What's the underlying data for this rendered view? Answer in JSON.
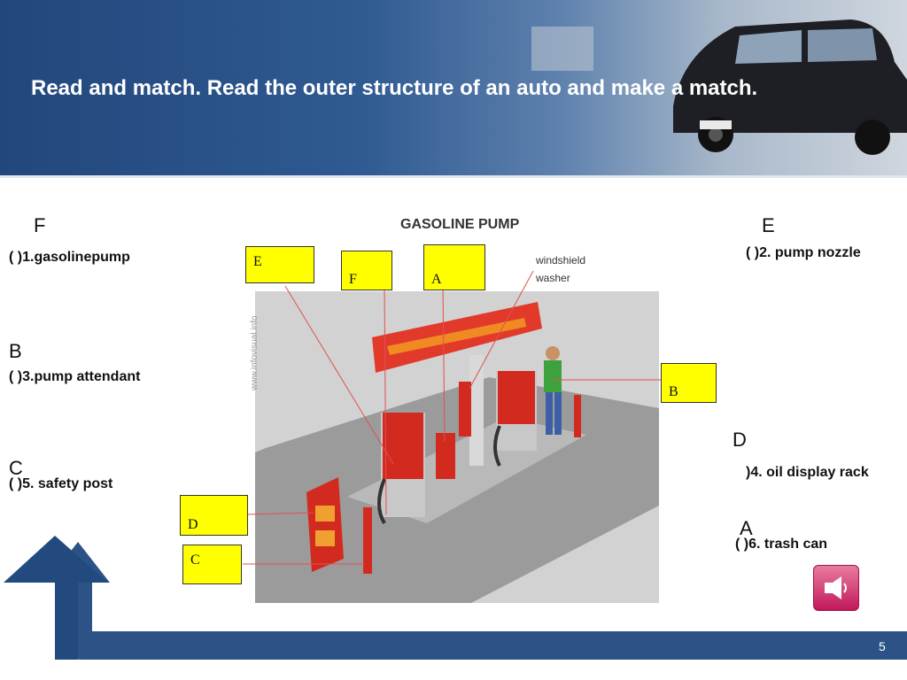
{
  "title": "Read and match. Read the outer structure of an auto and make a   match.",
  "answers": {
    "q1": "F",
    "q2": "E",
    "q3": "B",
    "q4": "D",
    "q5": "C",
    "q6": "A"
  },
  "items": {
    "i1": "(   )1.gasolinepump",
    "i2": "(   )2. pump nozzle",
    "i3": "(   )3.pump attendant",
    "i4": ")4. oil display rack",
    "i5": "(   )5. safety post",
    "i6": "(   )6. trash can"
  },
  "diagram": {
    "title": "GASOLINE PUMP",
    "washer_label_1": "windshield",
    "washer_label_2": "washer",
    "watermark": "www.infovisual.info",
    "boxes": {
      "e": "E",
      "f": "F",
      "a": "A",
      "b": "B",
      "d": "D",
      "c": "C"
    }
  },
  "footer": {
    "page_number": "5"
  },
  "colors": {
    "header": "#2f5a92",
    "box": "#ffff00",
    "arrow": "#224a7f"
  }
}
